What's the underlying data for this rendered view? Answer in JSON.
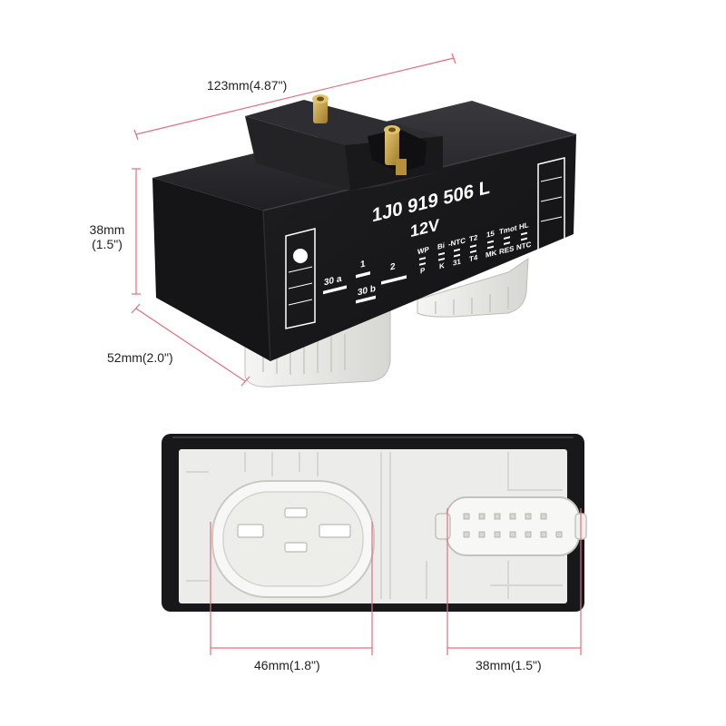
{
  "colors": {
    "dimension_line": "#e0707e",
    "housing": "#1a1a1c",
    "housing_edge": "#2a2a2d",
    "connector": "#eeeeec",
    "connector_shadow": "#cfcfcb",
    "brass": "#c8a24a",
    "marking": "#ffffff"
  },
  "dimensions": {
    "length": "123mm(4.87\")",
    "height_mm": "38mm",
    "height_in": "(1.5\")",
    "width": "52mm(2.0\")",
    "large_connector": "46mm(1.8\")",
    "small_connector": "38mm(1.5\")"
  },
  "markings": {
    "part_number": "1J0 919 506 L",
    "voltage": "12V",
    "pin_30a": "30 a",
    "pin_1": "1",
    "pin_30b": "30 b",
    "pin_2": "2",
    "top_labels": [
      "WP",
      "Bi",
      "-NTC",
      "T2",
      "15",
      "Tmot",
      "HL"
    ],
    "bottom_labels": [
      "P",
      "K",
      "31",
      "T4",
      "MK",
      "RES",
      "NTC"
    ]
  }
}
